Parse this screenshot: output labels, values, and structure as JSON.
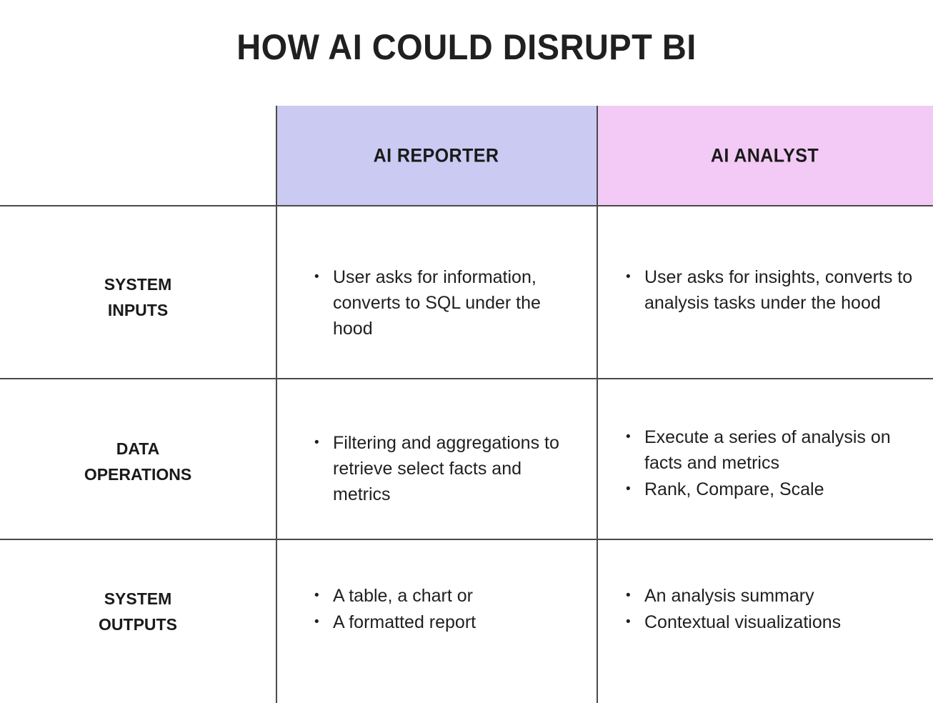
{
  "title": "HOW AI COULD DISRUPT BI",
  "colors": {
    "header_reporter_bg": "#cbcaf2",
    "header_analyst_bg": "#f2caf5",
    "grid_line": "#4a4a4a",
    "text": "#1f1f1f",
    "page_bg": "#ffffff"
  },
  "table": {
    "corner_label": "",
    "columns": [
      {
        "label": "AI REPORTER",
        "accent": "#cbcaf2"
      },
      {
        "label": "AI ANALYST",
        "accent": "#f2caf5"
      }
    ],
    "rows": [
      {
        "label": "SYSTEM\nINPUTS",
        "reporter": [
          "User asks for information,  converts to SQL under the hood"
        ],
        "analyst": [
          "User asks for insights, converts to analysis tasks under the hood"
        ]
      },
      {
        "label": "DATA\nOPERATIONS",
        "reporter": [
          "Filtering and aggregations to retrieve select facts and metrics"
        ],
        "analyst": [
          "Execute a series of analysis on facts and metrics",
          "Rank, Compare, Scale"
        ]
      },
      {
        "label": "SYSTEM\nOUTPUTS",
        "reporter": [
          "A table, a chart or",
          "A formatted report"
        ],
        "analyst": [
          "An analysis summary",
          "Contextual visualizations"
        ]
      }
    ]
  }
}
